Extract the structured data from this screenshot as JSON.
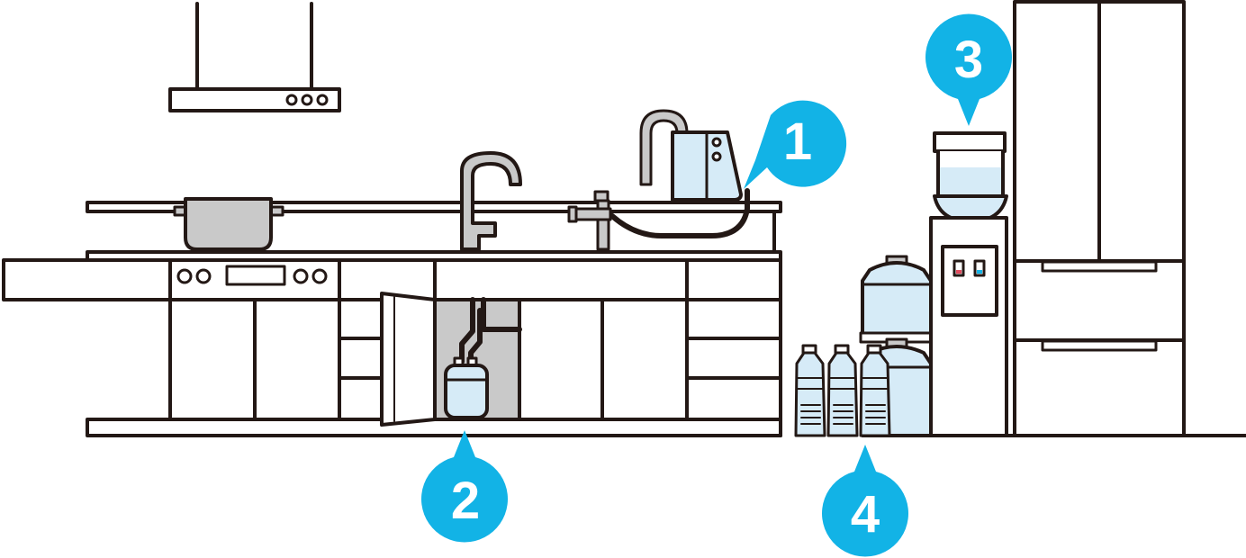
{
  "colors": {
    "badge": "#12b3e6",
    "line": "#231815",
    "water": "#d6ebf7",
    "cabinet_interior": "#c9c9c9"
  },
  "badges": [
    {
      "label": "1",
      "target": "countertop-water-purifier"
    },
    {
      "label": "2",
      "target": "under-sink-water-purifier"
    },
    {
      "label": "3",
      "target": "water-server"
    },
    {
      "label": "4",
      "target": "bottled-water"
    }
  ],
  "icons": [
    "range-hood",
    "cooking-pot",
    "kitchen-faucet",
    "purifier-tap",
    "countertop-purifier",
    "under-sink-cartridge",
    "water-jug",
    "water-bottle",
    "water-dispenser",
    "refrigerator"
  ]
}
